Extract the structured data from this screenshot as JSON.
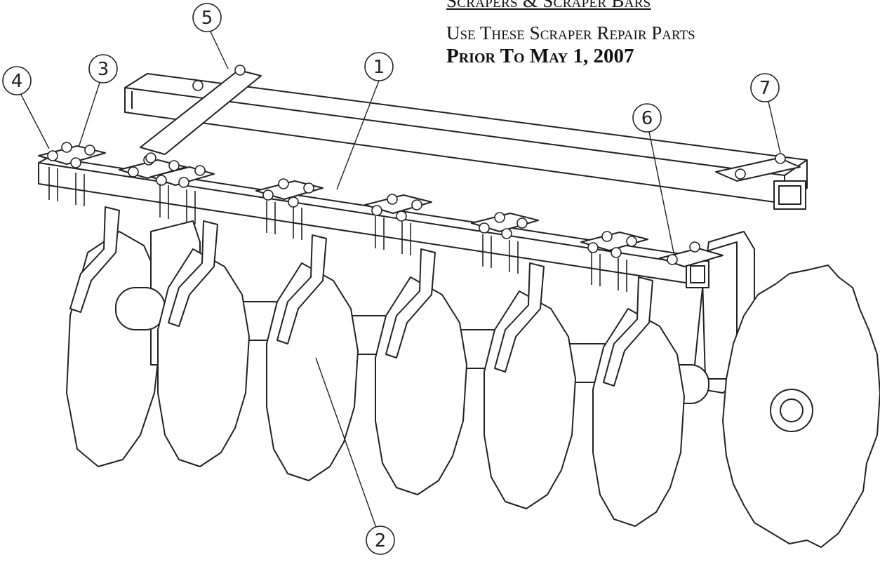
{
  "header": {
    "title": "Scrapers & Scraper Bars",
    "subtitle": "Use These Scraper Repair Parts",
    "date_note": "Prior To May 1, 2007"
  },
  "callouts": [
    {
      "id": "1",
      "label": "1"
    },
    {
      "id": "2",
      "label": "2"
    },
    {
      "id": "3",
      "label": "3"
    },
    {
      "id": "4",
      "label": "4"
    },
    {
      "id": "5",
      "label": "5"
    },
    {
      "id": "6",
      "label": "6"
    },
    {
      "id": "7",
      "label": "7"
    }
  ],
  "colors": {
    "line": "#222222",
    "background": "#ffffff"
  }
}
